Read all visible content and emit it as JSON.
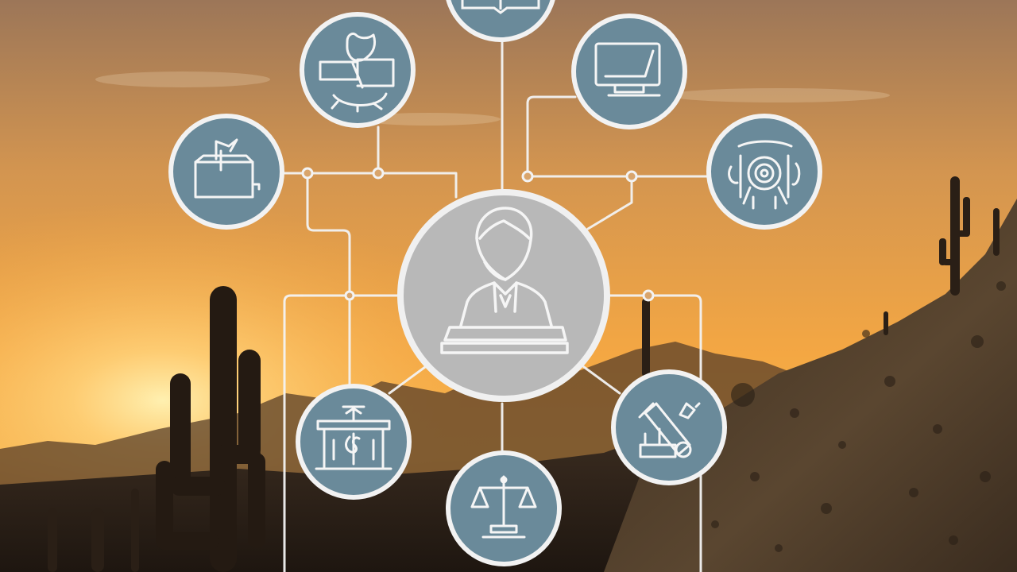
{
  "scene": {
    "background": "desert-sunset",
    "colors": {
      "sky_top": "#b98a5f",
      "sky_mid": "#f0a84a",
      "sun_glow": "#ffd27a",
      "horizon": "#f7b243",
      "hill_dark": "#2b2018",
      "hill_mid": "#4a3a2a",
      "node_fill": "#6a8a9a",
      "node_border": "#f2f2f2",
      "center_fill": "#b8b8b8",
      "line": "#f3f3f3"
    }
  },
  "diagram": {
    "center": {
      "icon": "person-at-podium-icon"
    },
    "nodes": [
      {
        "id": "top",
        "icon": "book-icon"
      },
      {
        "id": "top-left",
        "icon": "person-at-desk-icon"
      },
      {
        "id": "top-right",
        "icon": "computer-monitor-icon"
      },
      {
        "id": "left",
        "icon": "ballot-box-icon"
      },
      {
        "id": "right",
        "icon": "target-tools-icon"
      },
      {
        "id": "bottom-left",
        "icon": "podium-lectern-icon"
      },
      {
        "id": "bottom",
        "icon": "scales-of-justice-icon"
      },
      {
        "id": "bottom-right",
        "icon": "gavel-tools-icon"
      }
    ]
  }
}
